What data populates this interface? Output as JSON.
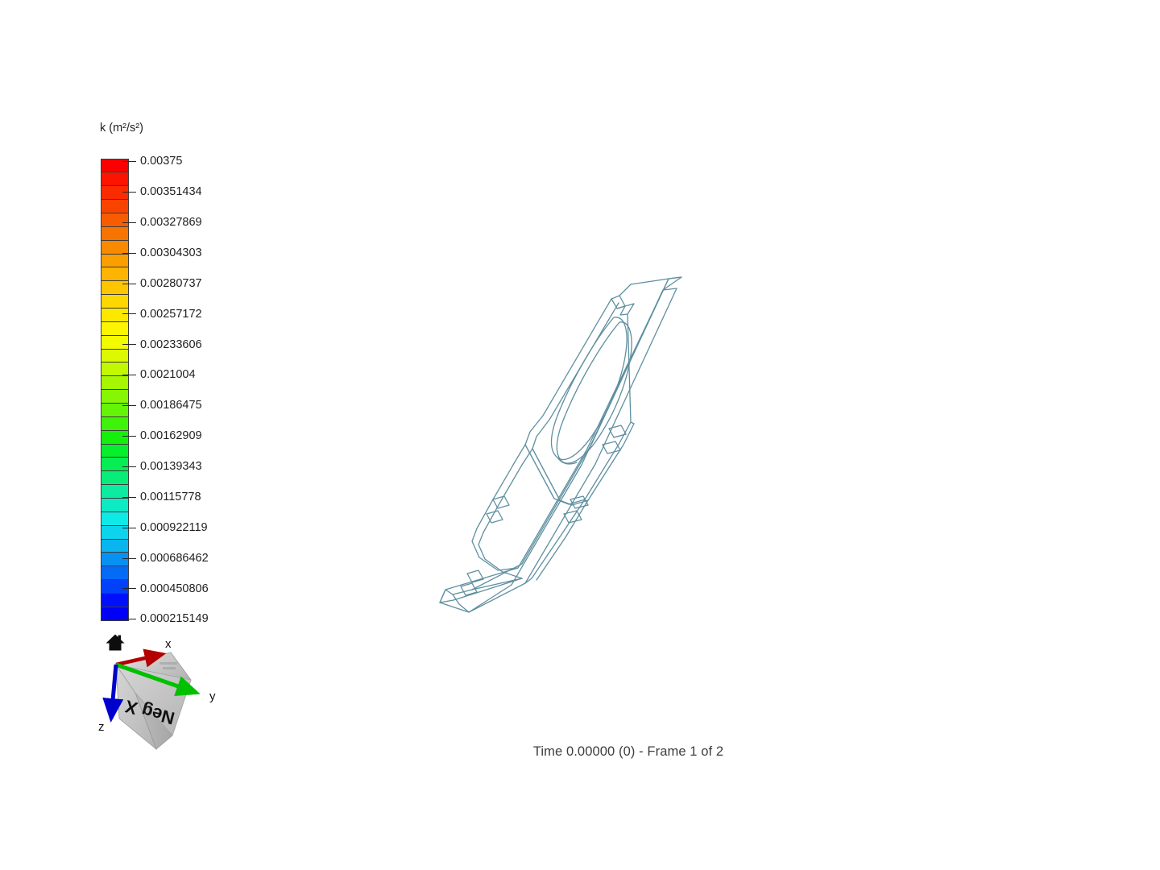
{
  "viewport": {
    "background_color": "#ffffff",
    "render_mode": "wireframe"
  },
  "legend": {
    "title": "k (m²/s²)",
    "field_name": "k",
    "units": "m²/s²",
    "band_count": 30,
    "labels": [
      "0.00375",
      "0.00351434",
      "0.00327869",
      "0.00304303",
      "0.00280737",
      "0.00257172",
      "0.00233606",
      "0.0021004",
      "0.00186475",
      "0.00162909",
      "0.00139343",
      "0.00115778",
      "0.000922119",
      "0.000686462",
      "0.000450806",
      "0.000215149"
    ],
    "values": [
      0.00375,
      0.00351434,
      0.00327869,
      0.00304303,
      0.00280737,
      0.00257172,
      0.00233606,
      0.0021004,
      0.00186475,
      0.00162909,
      0.00139343,
      0.00115778,
      0.000922119,
      0.000686462,
      0.000450806,
      0.000215149
    ],
    "colors": [
      "#fa0000",
      "#fb1400",
      "#fb2b00",
      "#f94400",
      "#f85c00",
      "#f87400",
      "#f98a00",
      "#fb9f00",
      "#fcb400",
      "#fcc700",
      "#fdd800",
      "#fde800",
      "#fbf500",
      "#f3fb00",
      "#dcf901",
      "#c2f802",
      "#a5f703",
      "#86f605",
      "#64f407",
      "#3ff209",
      "#14f00c",
      "#05ef2c",
      "#06ee54",
      "#08ed7a",
      "#0beca0",
      "#0debc4",
      "#10eae6",
      "#0dd4ec",
      "#0ab4ef",
      "#0791f2",
      "#046bf5",
      "#0141f8",
      "#0010fb",
      "#0000fa"
    ],
    "tick_positions_pct": [
      0.7,
      7.3,
      13.9,
      20.5,
      27.1,
      33.7,
      40.3,
      46.9,
      53.5,
      60.1,
      66.7,
      73.3,
      79.9,
      86.5,
      93.1,
      99.6
    ]
  },
  "orientation_widget": {
    "cube_label": "Neg X",
    "home_icon": "home-icon",
    "axes": [
      {
        "name": "x",
        "label": "x",
        "color": "#b40000"
      },
      {
        "name": "y",
        "label": "y",
        "color": "#00c800"
      },
      {
        "name": "z",
        "label": "z",
        "color": "#0000d2"
      }
    ],
    "cube_face_color": "#c8c8c8"
  },
  "model": {
    "name": "flat-panel-wireframe",
    "edge_color": "#5f8fa0",
    "edge_width": 1.3
  },
  "status": {
    "text": "Time 0.00000 (0) - Frame 1 of 2",
    "time": "0.00000",
    "time_index": "0",
    "frame_current": "1",
    "frame_total": "2"
  }
}
